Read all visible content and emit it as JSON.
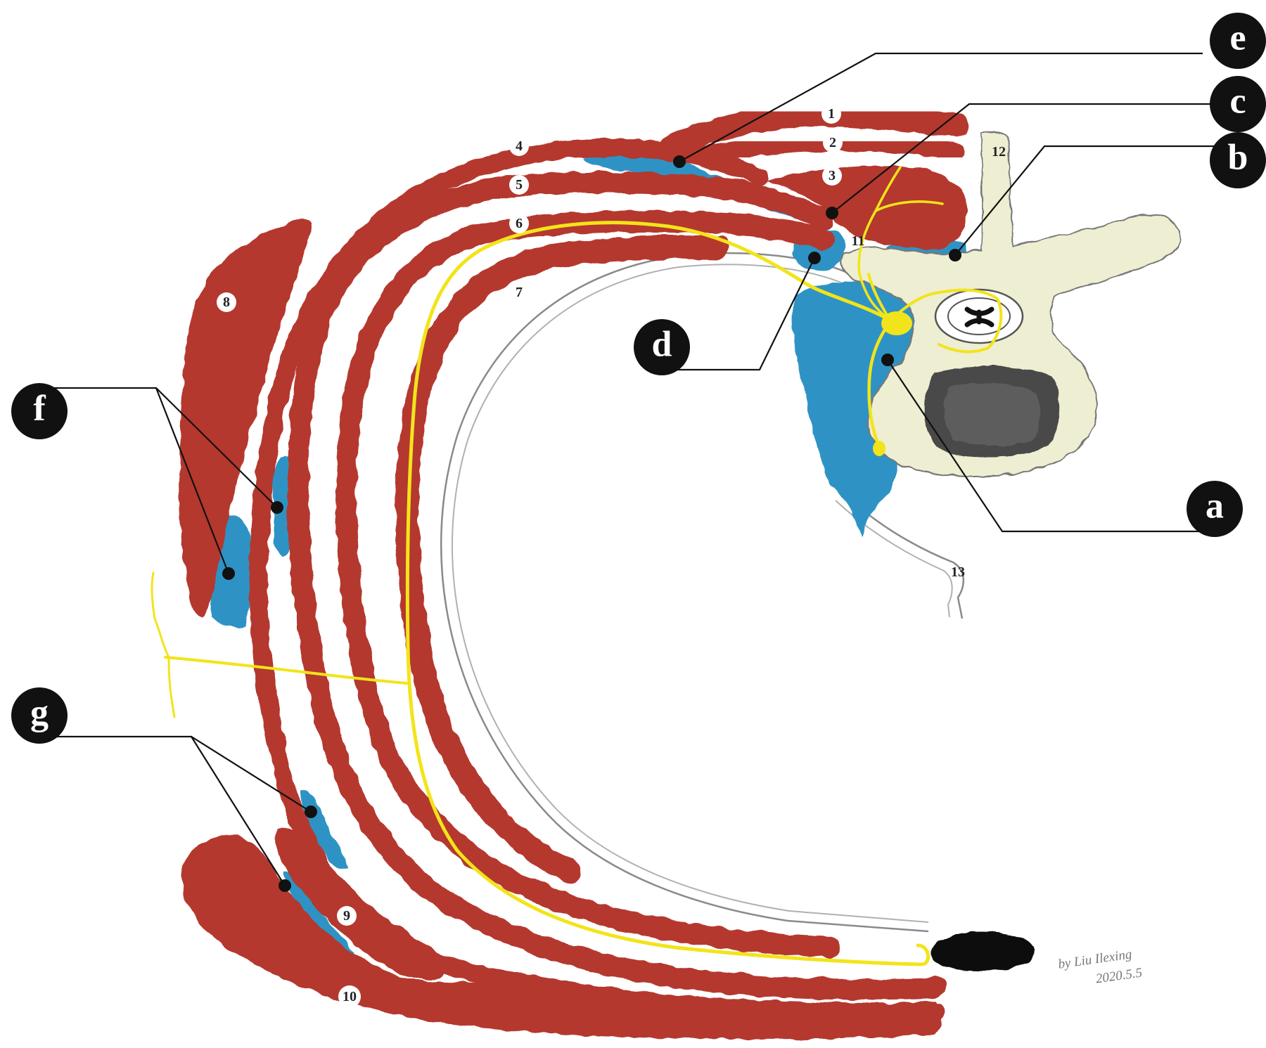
{
  "colors": {
    "muscle": "#b4382e",
    "fascia_plane": "#2f93c4",
    "nerve": "#f2e41a",
    "bone": "#eeeed2",
    "vertebral_body": "#4a4a4a",
    "pleura_line": "#9a9a9a",
    "callout": "#111111"
  },
  "structure_numbers": {
    "n1": "1",
    "n2": "2",
    "n3": "3",
    "n4": "4",
    "n5": "5",
    "n6": "6",
    "n7": "7",
    "n8": "8",
    "n9": "9",
    "n10": "10",
    "n11": "11",
    "n12": "12",
    "n13": "13"
  },
  "callouts": {
    "a": "a",
    "b": "b",
    "c": "c",
    "d": "d",
    "e": "e",
    "f": "f",
    "g": "g"
  },
  "signature": {
    "line1": "by Liu Ilexing",
    "line2": "2020.5.5"
  }
}
